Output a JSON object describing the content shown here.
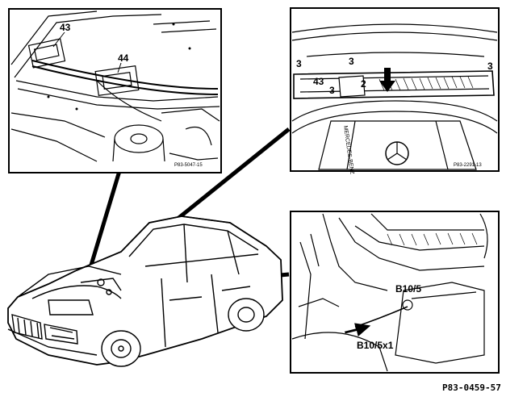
{
  "figure_code": "P83-0459-57",
  "panels": {
    "top_left": {
      "labels": [
        "43",
        "44"
      ],
      "code": "P83-5047-15"
    },
    "top_right": {
      "labels": [
        "3",
        "3",
        "3",
        "3",
        "43",
        "2"
      ],
      "code": "P83-2291-13",
      "engine_text": "MERCEDES-BENZ"
    },
    "bottom_right": {
      "labels": [
        "B10/5",
        "B10/5x1"
      ]
    }
  }
}
